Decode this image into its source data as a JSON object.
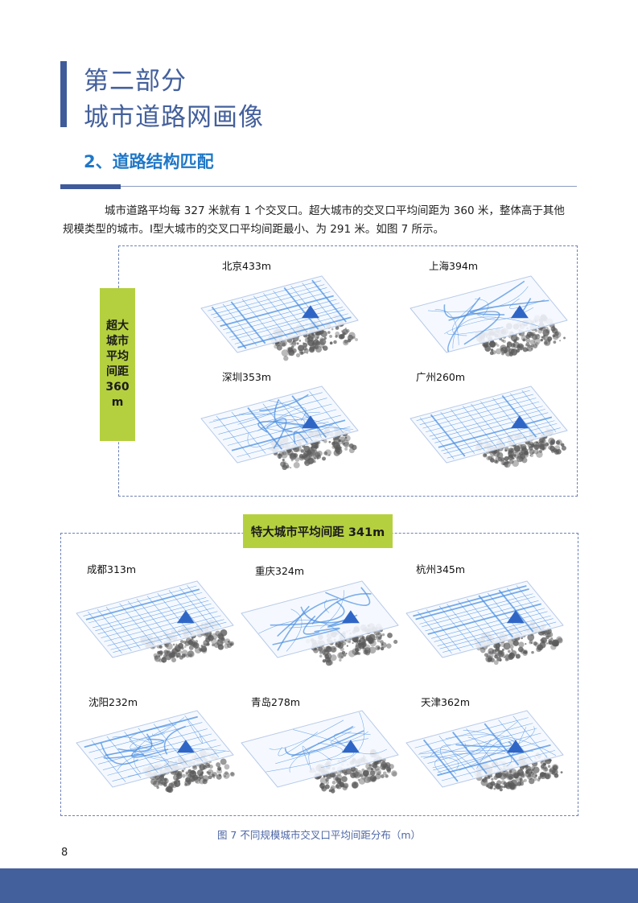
{
  "heading": {
    "line1": "第二部分",
    "line2": "城市道路网画像"
  },
  "section_title": "2、道路结构匹配",
  "paragraph": {
    "line1": "城市道路平均每 327 米就有 1 个交叉口。超大城市的交叉口平均间距为 360 米，整体高于其他",
    "line2": "规模类型的城市。Ⅰ型大城市的交叉口平均间距最小、为 291 米。如图 7 所示。"
  },
  "group_super": {
    "label": "超大城市平均间距360m",
    "cities": [
      {
        "name": "北京433m"
      },
      {
        "name": "上海394m"
      },
      {
        "name": "深圳353m"
      },
      {
        "name": "广州260m"
      }
    ]
  },
  "group_mega": {
    "label": "特大城市平均间距 341m",
    "cities": [
      {
        "name": "成都313m"
      },
      {
        "name": "重庆324m"
      },
      {
        "name": "杭州345m"
      },
      {
        "name": "沈阳232m"
      },
      {
        "name": "青岛278m"
      },
      {
        "name": "天津362m"
      }
    ]
  },
  "caption": "图 7  不同规模城市交叉口平均间距分布（m）",
  "page_number": "8",
  "colors": {
    "brand": "#44609c",
    "accent_green": "#b5d03f",
    "section_blue": "#1f77c7",
    "road_blue": "#4a8fe0",
    "marker": "#2f66c6"
  }
}
